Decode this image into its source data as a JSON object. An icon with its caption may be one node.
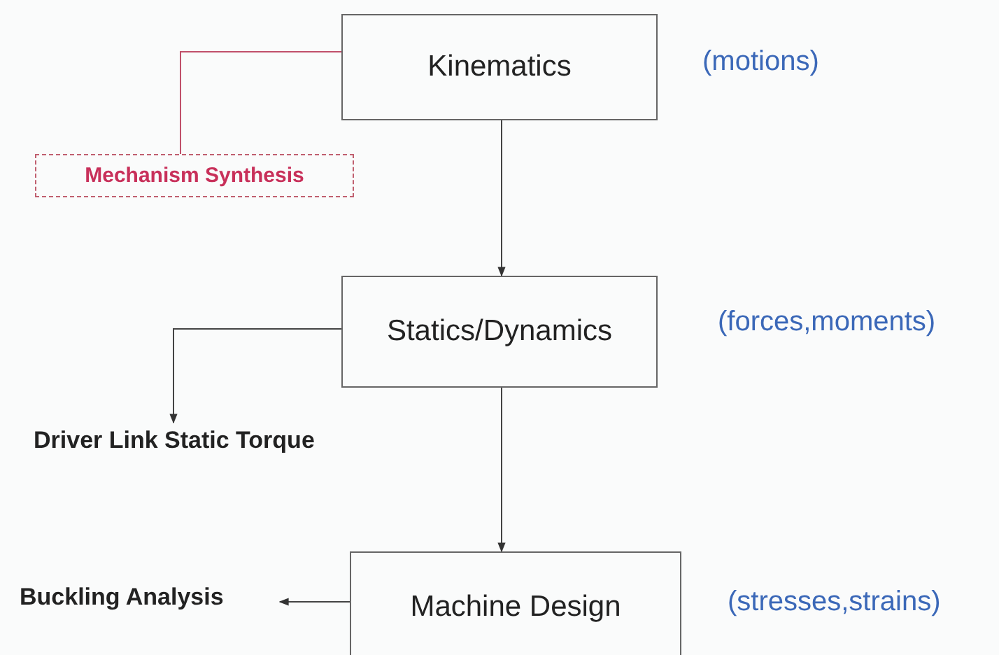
{
  "diagram": {
    "nodes": [
      {
        "text": [
          "Kinematics"
        ],
        "beside": [
          "(motions)"
        ]
      },
      {
        "text": [
          "Mechanism Synthesis"
        ]
      },
      {
        "text": [
          "Statics/Dynamics"
        ],
        "beside": [
          "(forces,moments)"
        ]
      },
      {
        "text": [
          "Driver Link Static Torque"
        ]
      },
      {
        "text": [
          "Machine Design"
        ],
        "beside": [
          "(stresses,strains)"
        ]
      },
      {
        "text": [
          "Buckling Analysis"
        ]
      }
    ],
    "edges": [
      {
        "from": 0,
        "to": 1,
        "arrow": "none",
        "color": "#c0506a"
      },
      {
        "from": 0,
        "to": 2,
        "arrow": "to"
      },
      {
        "from": 2,
        "to": 3,
        "arrow": "to"
      },
      {
        "from": 2,
        "to": 4,
        "arrow": "to"
      },
      {
        "from": 4,
        "to": 5,
        "arrow": "to"
      }
    ]
  }
}
